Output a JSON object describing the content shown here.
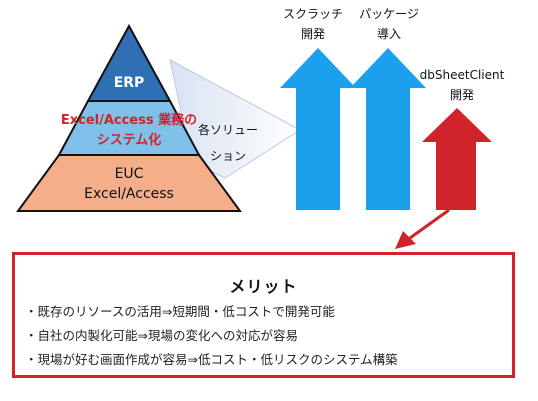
{
  "pyramid": {
    "top_label": "ERP",
    "middle_label_line1": "Excel/Access 業務の",
    "middle_label_line2": "システム化",
    "bottom_label_line1": "EUC",
    "bottom_label_line2": "Excel/Access"
  },
  "callout": {
    "line1": "各ソリュー",
    "line2": "ション"
  },
  "arrows": {
    "scratch_line1": "スクラッチ",
    "scratch_line2": "開発",
    "package_line1": "パッケージ",
    "package_line2": "導入",
    "dbsheet_line1": "dbSheetClient",
    "dbsheet_line2": "開発"
  },
  "merit": {
    "title": "メリット",
    "items": [
      "・既存のリソースの活用⇒短期間・低コストで開発可能",
      "・自社の内製化可能⇒現場の変化への対応が容易",
      "・現場が好む画面作成が容易⇒低コスト・低リスクのシステム構築"
    ]
  },
  "colors": {
    "erp": "#2f6fb3",
    "middle": "#7fc1e8",
    "bottom": "#f4ae8a",
    "blue_arrow": "#1aa0ec",
    "red_arrow": "#d1232a",
    "callout_gradient_start": "#d8e3f2",
    "callout_gradient_end": "#ffffff"
  }
}
